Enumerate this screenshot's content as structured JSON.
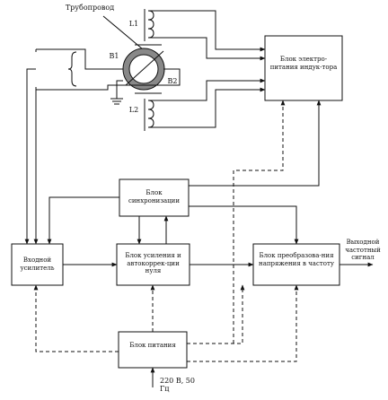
{
  "labels": {
    "pipeline": "Трубопровод",
    "coil_top": "L1",
    "coil_bottom": "L2",
    "electrode_1": "B1",
    "electrode_2": "B2",
    "block_power_inductor": "Блок электро-питания индук-тора",
    "block_sync": "Блок синхронизации",
    "block_input_amp": "Входной усилитель",
    "block_amp_autocorr": "Блок усиления и автокоррек-ции нуля",
    "block_converter": "Блок преобразова-ния напряжения в частоту",
    "block_power_supply": "Блок питания",
    "output_signal": "Выходной частотный сигнал",
    "mains": "220 В, 50 Гц"
  }
}
